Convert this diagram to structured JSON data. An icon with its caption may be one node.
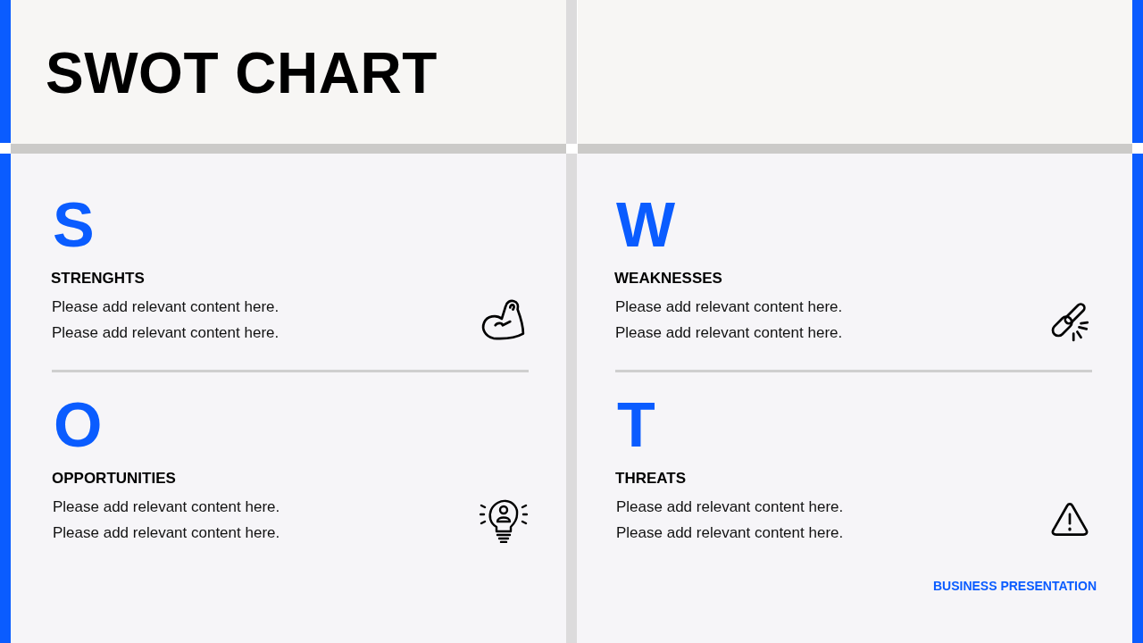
{
  "diagram": {
    "title": "SWOT CHART",
    "nodes": [
      {
        "text": [
          "S",
          "STRENGHTS",
          "Please add relevant content here.",
          "Please add relevant content here.",
          "O",
          "OPPORTUNITIES",
          "Please add relevant content here.",
          "Please add relevant content here."
        ]
      },
      {
        "text": [
          "W",
          "WEAKNESSES",
          "Please add relevant content here.",
          "Please add relevant content here.",
          "T",
          "THREATS",
          "Please add relevant content here.",
          "Please add relevant content here.",
          "BUSINESS PRESENTATION"
        ]
      }
    ],
    "edges": []
  }
}
